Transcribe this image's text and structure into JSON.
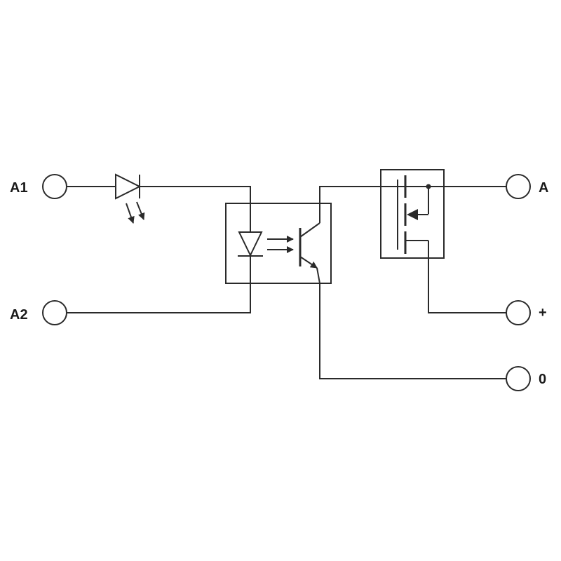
{
  "terminals": {
    "a1": "A1",
    "a2": "A2",
    "out_a": "A",
    "out_plus": "+",
    "out_zero": "0"
  },
  "colors": {
    "line": "#2a2a2a",
    "background": "#ffffff"
  },
  "components": {
    "input_led": "led-indicator-icon",
    "optocoupler": "optocoupler-icon",
    "output_transistor": "mosfet-icon"
  }
}
